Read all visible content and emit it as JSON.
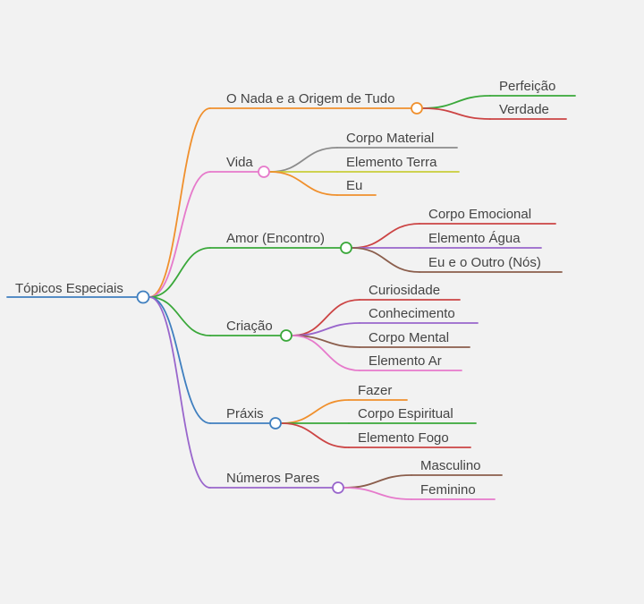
{
  "root": {
    "label": "Tópicos Especiais",
    "color": "#3f7fbf"
  },
  "branches": [
    {
      "label": "O Nada e a Origem de Tudo",
      "color": "#f0902d",
      "children": [
        {
          "label": "Perfeição",
          "color": "#3aa83a"
        },
        {
          "label": "Verdade",
          "color": "#cc4444"
        }
      ]
    },
    {
      "label": "Vida",
      "color": "#e67acb",
      "children": [
        {
          "label": "Corpo Material",
          "color": "#8c8c8c"
        },
        {
          "label": "Elemento Terra",
          "color": "#c9cd3a"
        },
        {
          "label": "Eu",
          "color": "#f0902d"
        }
      ]
    },
    {
      "label": "Amor (Encontro)",
      "color": "#3aa83a",
      "children": [
        {
          "label": "Corpo Emocional",
          "color": "#cc4444"
        },
        {
          "label": "Elemento Água",
          "color": "#9966cc"
        },
        {
          "label": "Eu e o Outro (Nós)",
          "color": "#8b5e4c"
        }
      ]
    },
    {
      "label": "Criação",
      "color": "#3aa83a",
      "children": [
        {
          "label": "Curiosidade",
          "color": "#cc4444"
        },
        {
          "label": "Conhecimento",
          "color": "#9966cc"
        },
        {
          "label": "Corpo Mental",
          "color": "#8b5e4c"
        },
        {
          "label": "Elemento Ar",
          "color": "#e67acb"
        }
      ]
    },
    {
      "label": "Práxis",
      "color": "#3f7fbf",
      "children": [
        {
          "label": "Fazer",
          "color": "#f0902d"
        },
        {
          "label": "Corpo Espiritual",
          "color": "#3aa83a"
        },
        {
          "label": "Elemento Fogo",
          "color": "#cc4444"
        }
      ]
    },
    {
      "label": "Números Pares",
      "color": "#9966cc",
      "children": [
        {
          "label": "Masculino",
          "color": "#8b5e4c"
        },
        {
          "label": "Feminino",
          "color": "#e67acb"
        }
      ]
    }
  ]
}
